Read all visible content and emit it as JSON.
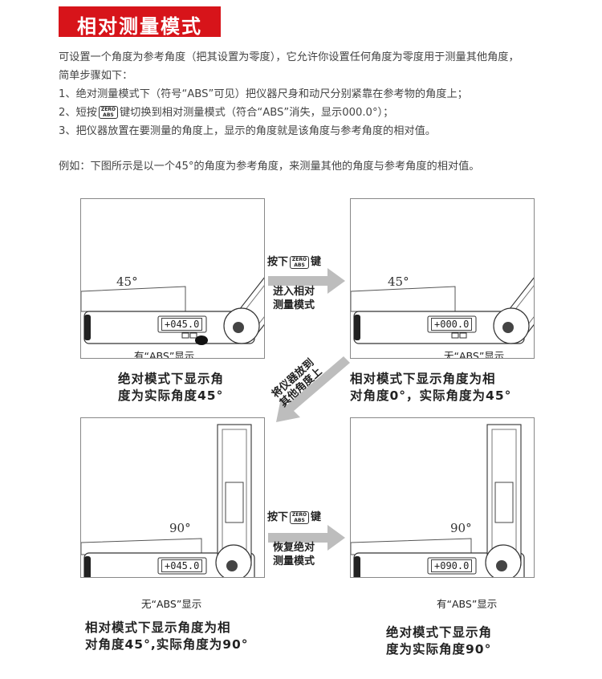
{
  "title": "相对测量模式",
  "intro": {
    "line1": "可设置一个角度为参考角度（把其设置为零度），它允许你设置任何角度为零度用于测量其他角度，",
    "line2": "简单步骤如下：",
    "step1": "1、绝对测量模式下（符号“ABS”可见）把仪器尺身和动尺分别紧靠在参考物的角度上；",
    "step2_pre": "2、短按",
    "step2_post": "键切换到相对测量模式（符合“ABS”消失，显示000.0°）；",
    "step3": "3、把仪器放置在要测量的角度上，显示的角度就是该角度与参考角度的相对值。"
  },
  "example": "例如：下图所示是以一个45°的角度为参考角度，来测量其他的角度与参考角度的相对值。",
  "zero_key": {
    "line1": "ZERO",
    "line2": "ABS"
  },
  "panels": {
    "p1": {
      "angle": "45°",
      "lcd": "045.0",
      "note": "有“ABS”显示",
      "caption1": "绝对模式下显示角",
      "caption2": "度为实际角度45°"
    },
    "p2": {
      "angle": "45°",
      "lcd": "000.0",
      "note": "无“ABS”显示",
      "caption1": "相对模式下显示角度为相",
      "caption2": "对角度0°，实际角度为45°"
    },
    "p3": {
      "angle": "90°",
      "lcd": "045.0",
      "note": "无“ABS”显示",
      "caption1": "相对模式下显示角度为相",
      "caption2": "对角度45°,实际角度为90°"
    },
    "p4": {
      "angle": "90°",
      "lcd": "090.0",
      "note": "有“ABS”显示",
      "caption1": "绝对模式下显示角",
      "caption2": "度为实际角度90°"
    }
  },
  "arrows": {
    "a1": {
      "press": "按下",
      "key": "键",
      "line1": "进入相对",
      "line2": "测量模式"
    },
    "a2": {
      "line1": "将仪器放到",
      "line2": "其他角度上"
    },
    "a3": {
      "press": "按下",
      "key": "键",
      "line1": "恢复绝对",
      "line2": "测量模式"
    }
  }
}
